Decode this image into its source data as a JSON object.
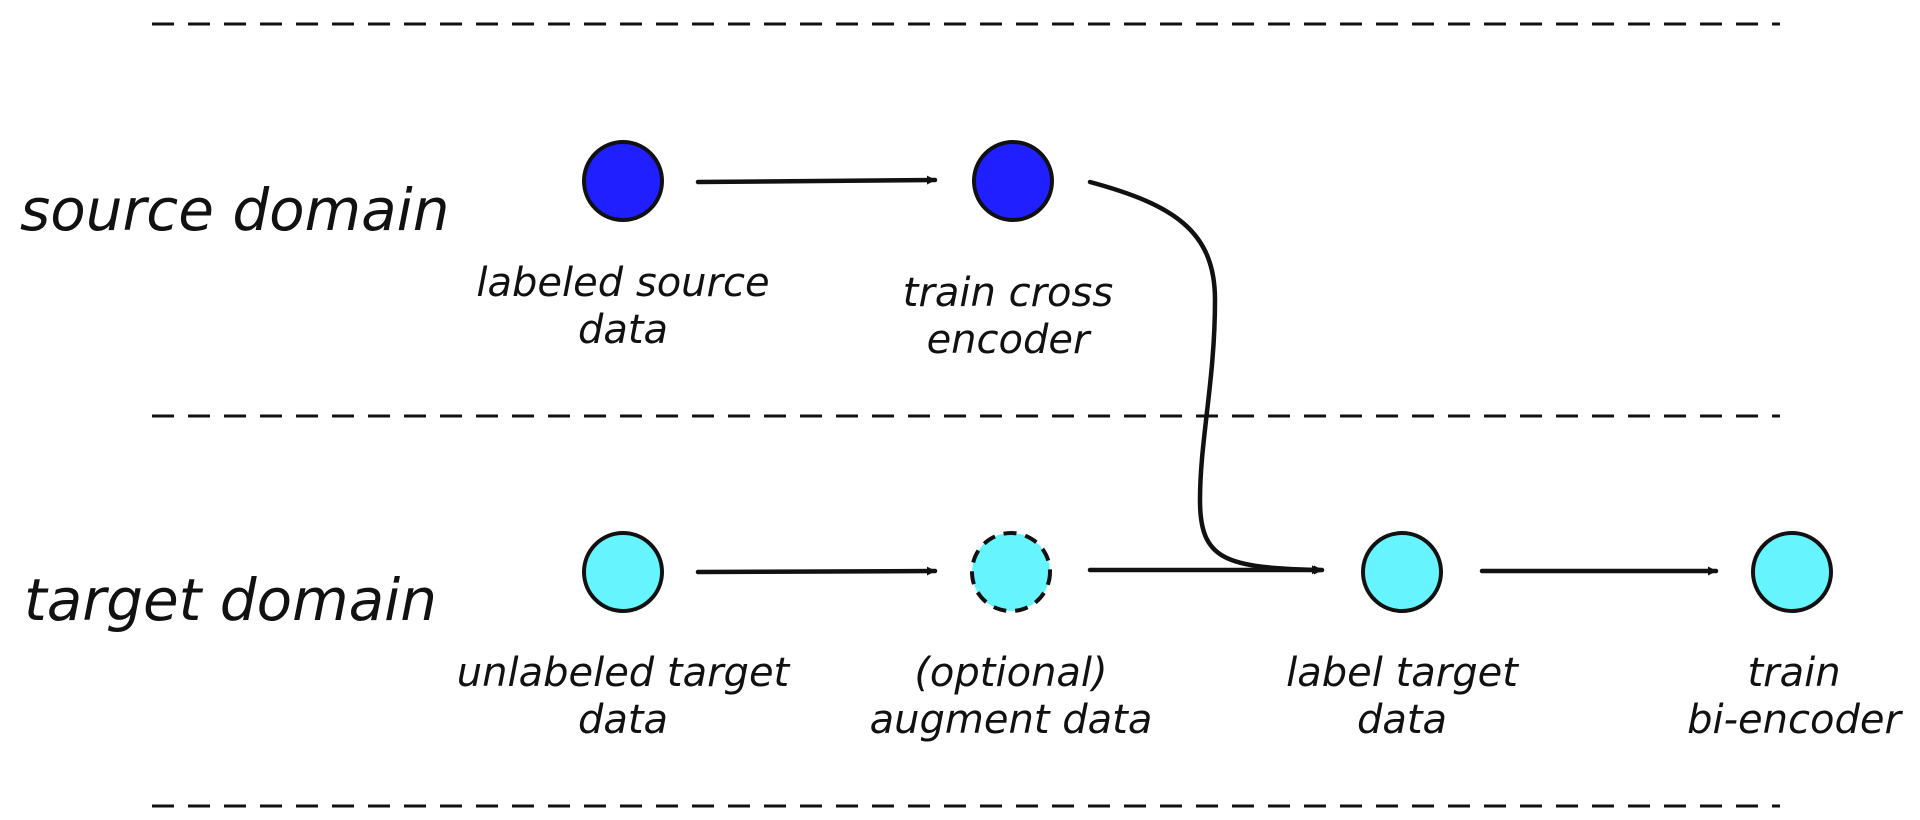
{
  "lanes": {
    "source": {
      "label": "source domain"
    },
    "target": {
      "label": "target domain"
    }
  },
  "colors": {
    "source_node": "#1f1fff",
    "target_node": "#66f5ff",
    "stroke": "#111111"
  },
  "nodes": {
    "labeled_source_data": {
      "line1": "labeled source",
      "line2": "data"
    },
    "train_cross_encoder": {
      "line1": "train cross",
      "line2": "encoder"
    },
    "unlabeled_target_data": {
      "line1": "unlabeled target",
      "line2": "data"
    },
    "augment_data": {
      "line1": "(optional)",
      "line2": "augment data",
      "optional": true
    },
    "label_target_data": {
      "line1": "label target",
      "line2": "data"
    },
    "train_bi_encoder": {
      "line1": "train",
      "line2": "bi-encoder"
    }
  },
  "edges": [
    {
      "from": "labeled_source_data",
      "to": "train_cross_encoder"
    },
    {
      "from": "train_cross_encoder",
      "to": "label_target_data"
    },
    {
      "from": "unlabeled_target_data",
      "to": "augment_data"
    },
    {
      "from": "augment_data",
      "to": "label_target_data"
    },
    {
      "from": "label_target_data",
      "to": "train_bi_encoder"
    }
  ]
}
